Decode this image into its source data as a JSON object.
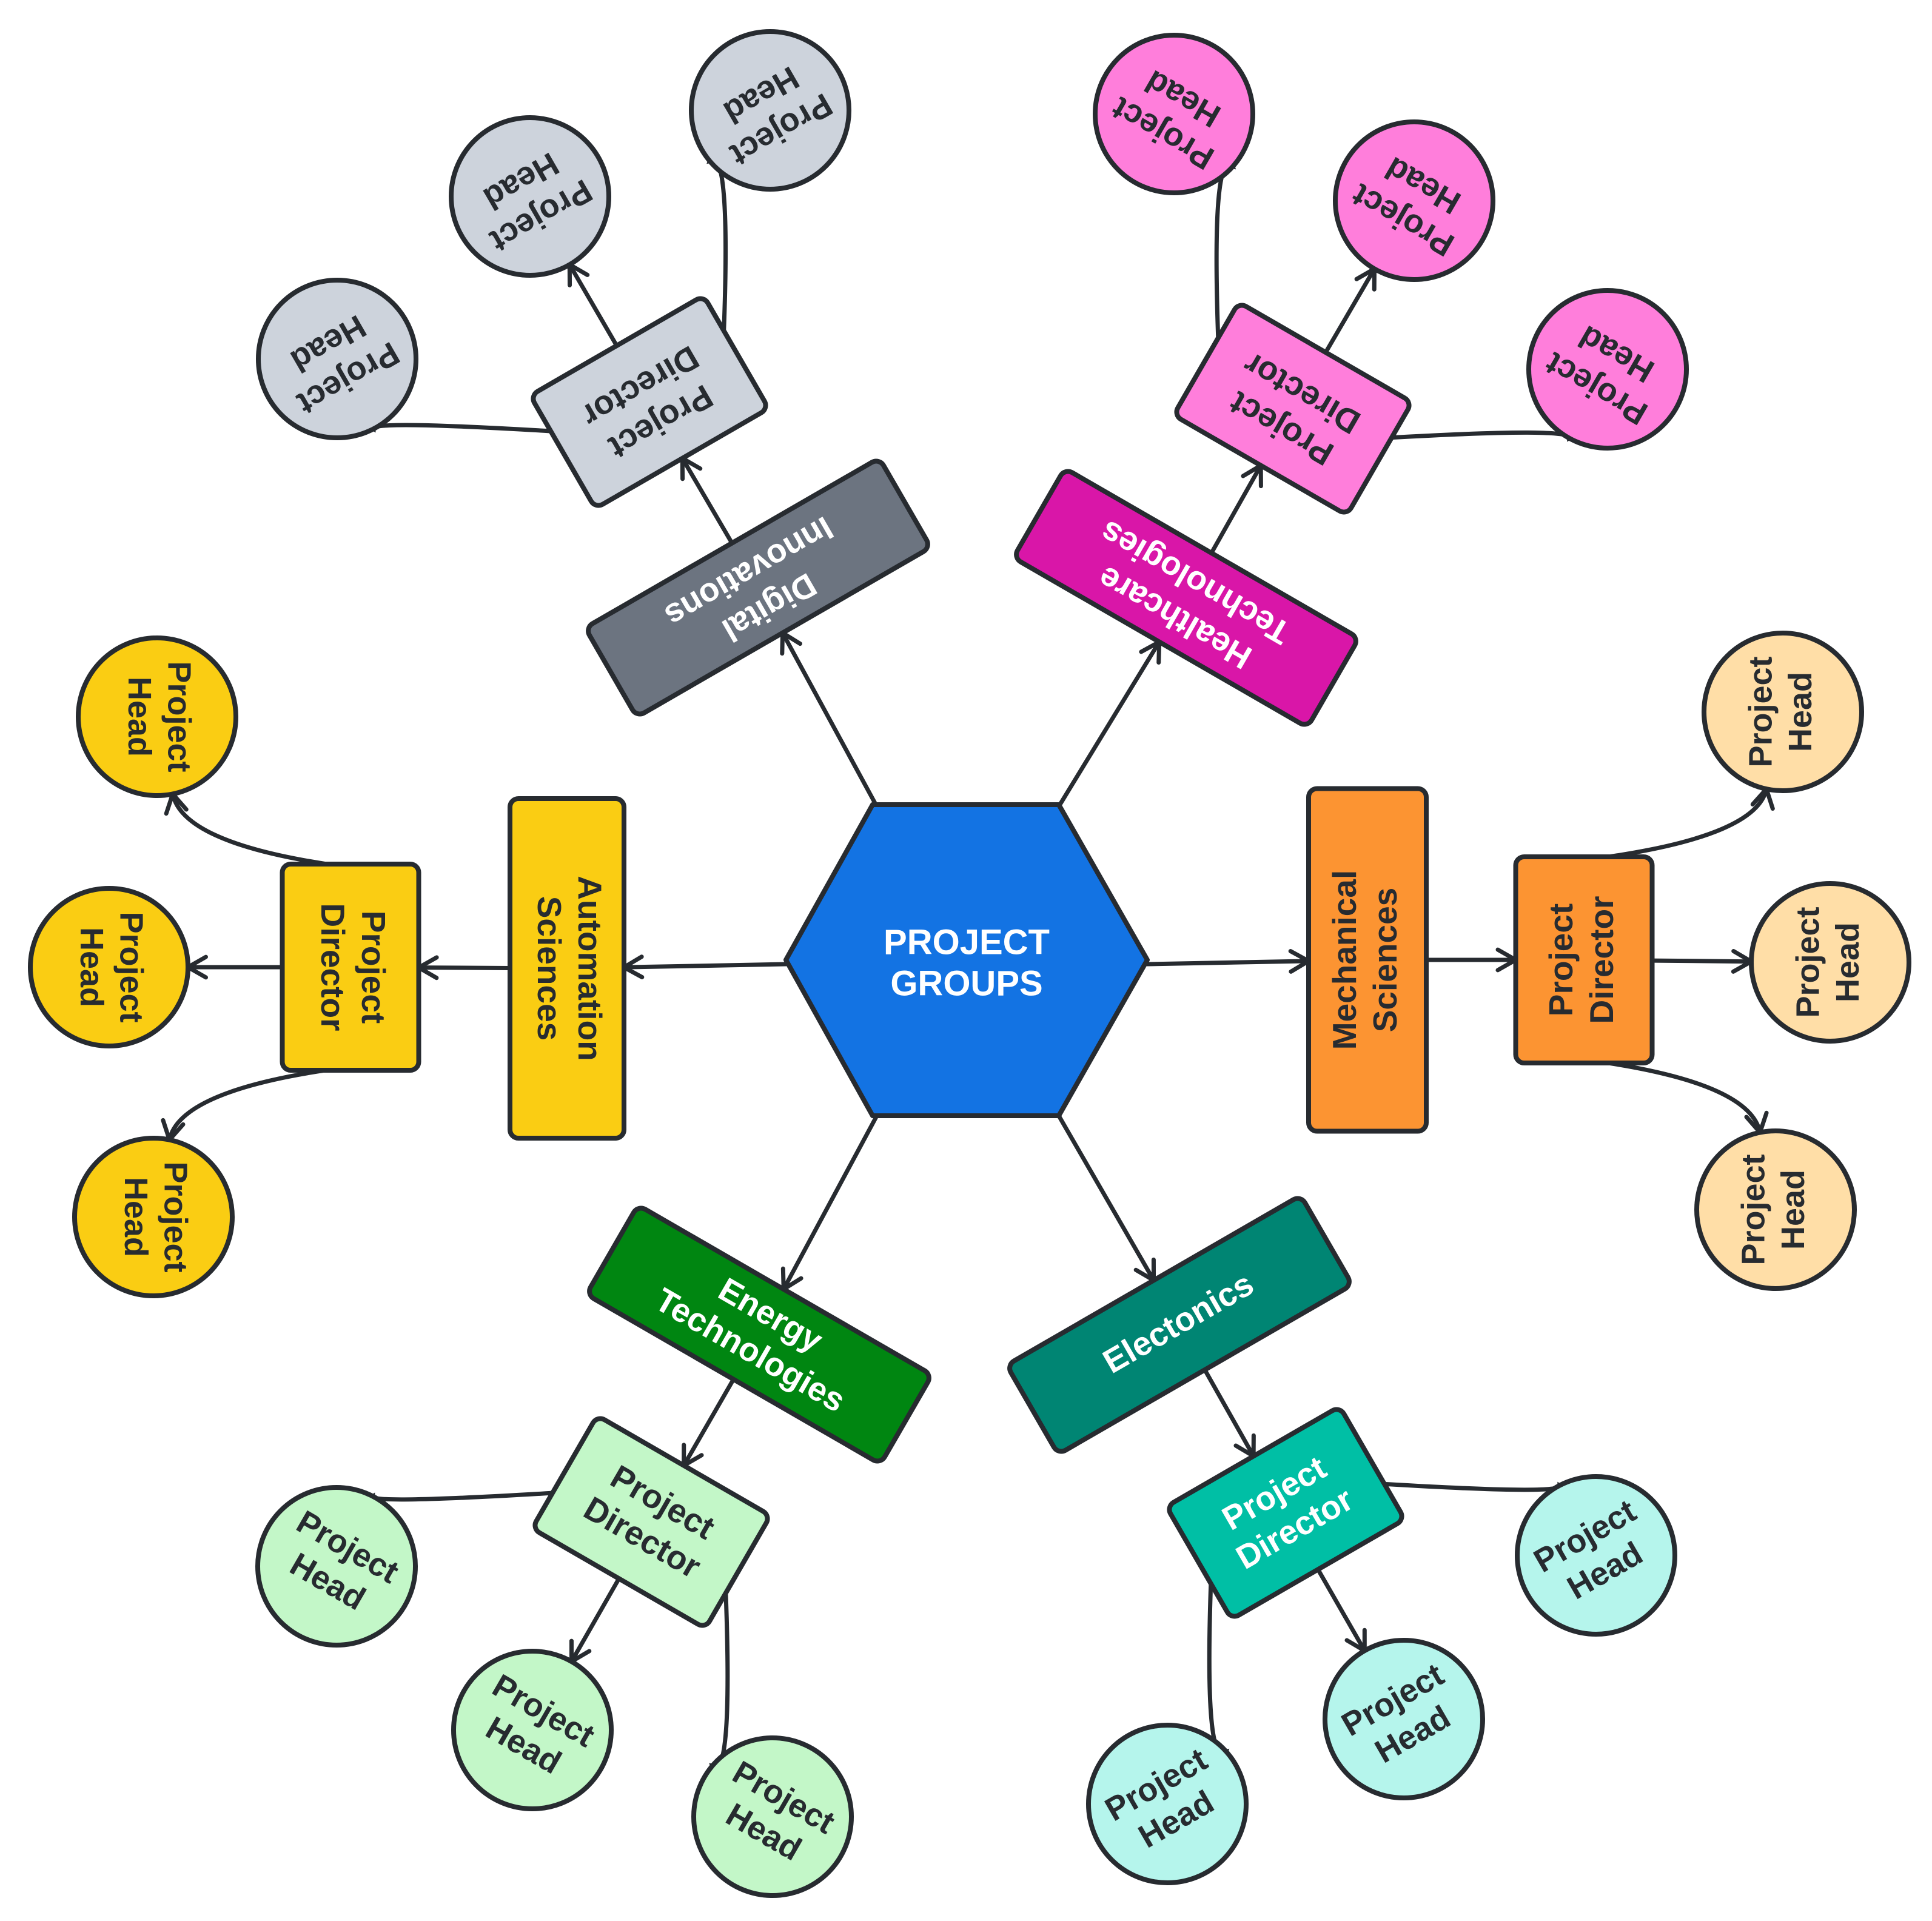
{
  "diagram": {
    "type": "mind-map",
    "center": {
      "label_line1": "PROJECT",
      "label_line2": "GROUPS",
      "fill": "#1373e3",
      "text_color": "#ffffff"
    },
    "stroke_color": "#272b30",
    "groups": [
      {
        "id": "digital",
        "name_line1": "Digital",
        "name_line2": "Innovations",
        "group_fill": "#6c7480",
        "group_text": "#ffffff",
        "director": {
          "line1": "Project",
          "line2": "Director",
          "fill": "#cdd3dc",
          "text": "#272b30"
        },
        "heads": [
          {
            "line1": "Project",
            "line2": "Head"
          },
          {
            "line1": "Project",
            "line2": "Head"
          },
          {
            "line1": "Project",
            "line2": "Head"
          }
        ],
        "head_fill": "#cdd3dc",
        "head_text": "#272b30"
      },
      {
        "id": "healthcare",
        "name_line1": "Healthcare",
        "name_line2": "Technologies",
        "group_fill": "#d916a8",
        "group_text": "#ffffff",
        "director": {
          "line1": "Project",
          "line2": "Director",
          "fill": "#ff7edb",
          "text": "#272b30"
        },
        "heads": [
          {
            "line1": "Project",
            "line2": "Head"
          },
          {
            "line1": "Project",
            "line2": "Head"
          },
          {
            "line1": "Project",
            "line2": "Head"
          }
        ],
        "head_fill": "#ff7edb",
        "head_text": "#272b30"
      },
      {
        "id": "automation",
        "name_line1": "Automation",
        "name_line2": "Sciences",
        "group_fill": "#facd13",
        "group_text": "#272b30",
        "director": {
          "line1": "Project",
          "line2": "Director",
          "fill": "#facd13",
          "text": "#272b30"
        },
        "heads": [
          {
            "line1": "Project",
            "line2": "Head"
          },
          {
            "line1": "Project",
            "line2": "Head"
          },
          {
            "line1": "Project",
            "line2": "Head"
          }
        ],
        "head_fill": "#facd13",
        "head_text": "#272b30"
      },
      {
        "id": "mechanical",
        "name_line1": "Mechanical",
        "name_line2": "Sciences",
        "group_fill": "#fc9432",
        "group_text": "#272b30",
        "director": {
          "line1": "Project",
          "line2": "Director",
          "fill": "#fc9432",
          "text": "#272b30"
        },
        "heads": [
          {
            "line1": "Project",
            "line2": "Head"
          },
          {
            "line1": "Project",
            "line2": "Head"
          },
          {
            "line1": "Project",
            "line2": "Head"
          }
        ],
        "head_fill": "#ffdea7",
        "head_text": "#272b30"
      },
      {
        "id": "energy",
        "name_line1": "Energy",
        "name_line2": "Technologies",
        "group_fill": "#008611",
        "group_text": "#ffffff",
        "director": {
          "line1": "Project",
          "line2": "Director",
          "fill": "#c3f7c8",
          "text": "#272b30"
        },
        "heads": [
          {
            "line1": "Project",
            "line2": "Head"
          },
          {
            "line1": "Project",
            "line2": "Head"
          },
          {
            "line1": "Project",
            "line2": "Head"
          }
        ],
        "head_fill": "#c3f7c8",
        "head_text": "#272b30"
      },
      {
        "id": "electronics",
        "name_line1": "Electonics",
        "name_line2": "",
        "group_fill": "#008573",
        "group_text": "#ffffff",
        "director": {
          "line1": "Project",
          "line2": "Director",
          "fill": "#00bfa5",
          "text": "#ffffff"
        },
        "heads": [
          {
            "line1": "Project",
            "line2": "Head"
          },
          {
            "line1": "Project",
            "line2": "Head"
          },
          {
            "line1": "Project",
            "line2": "Head"
          }
        ],
        "head_fill": "#b5f5ec",
        "head_text": "#272b30"
      }
    ]
  }
}
